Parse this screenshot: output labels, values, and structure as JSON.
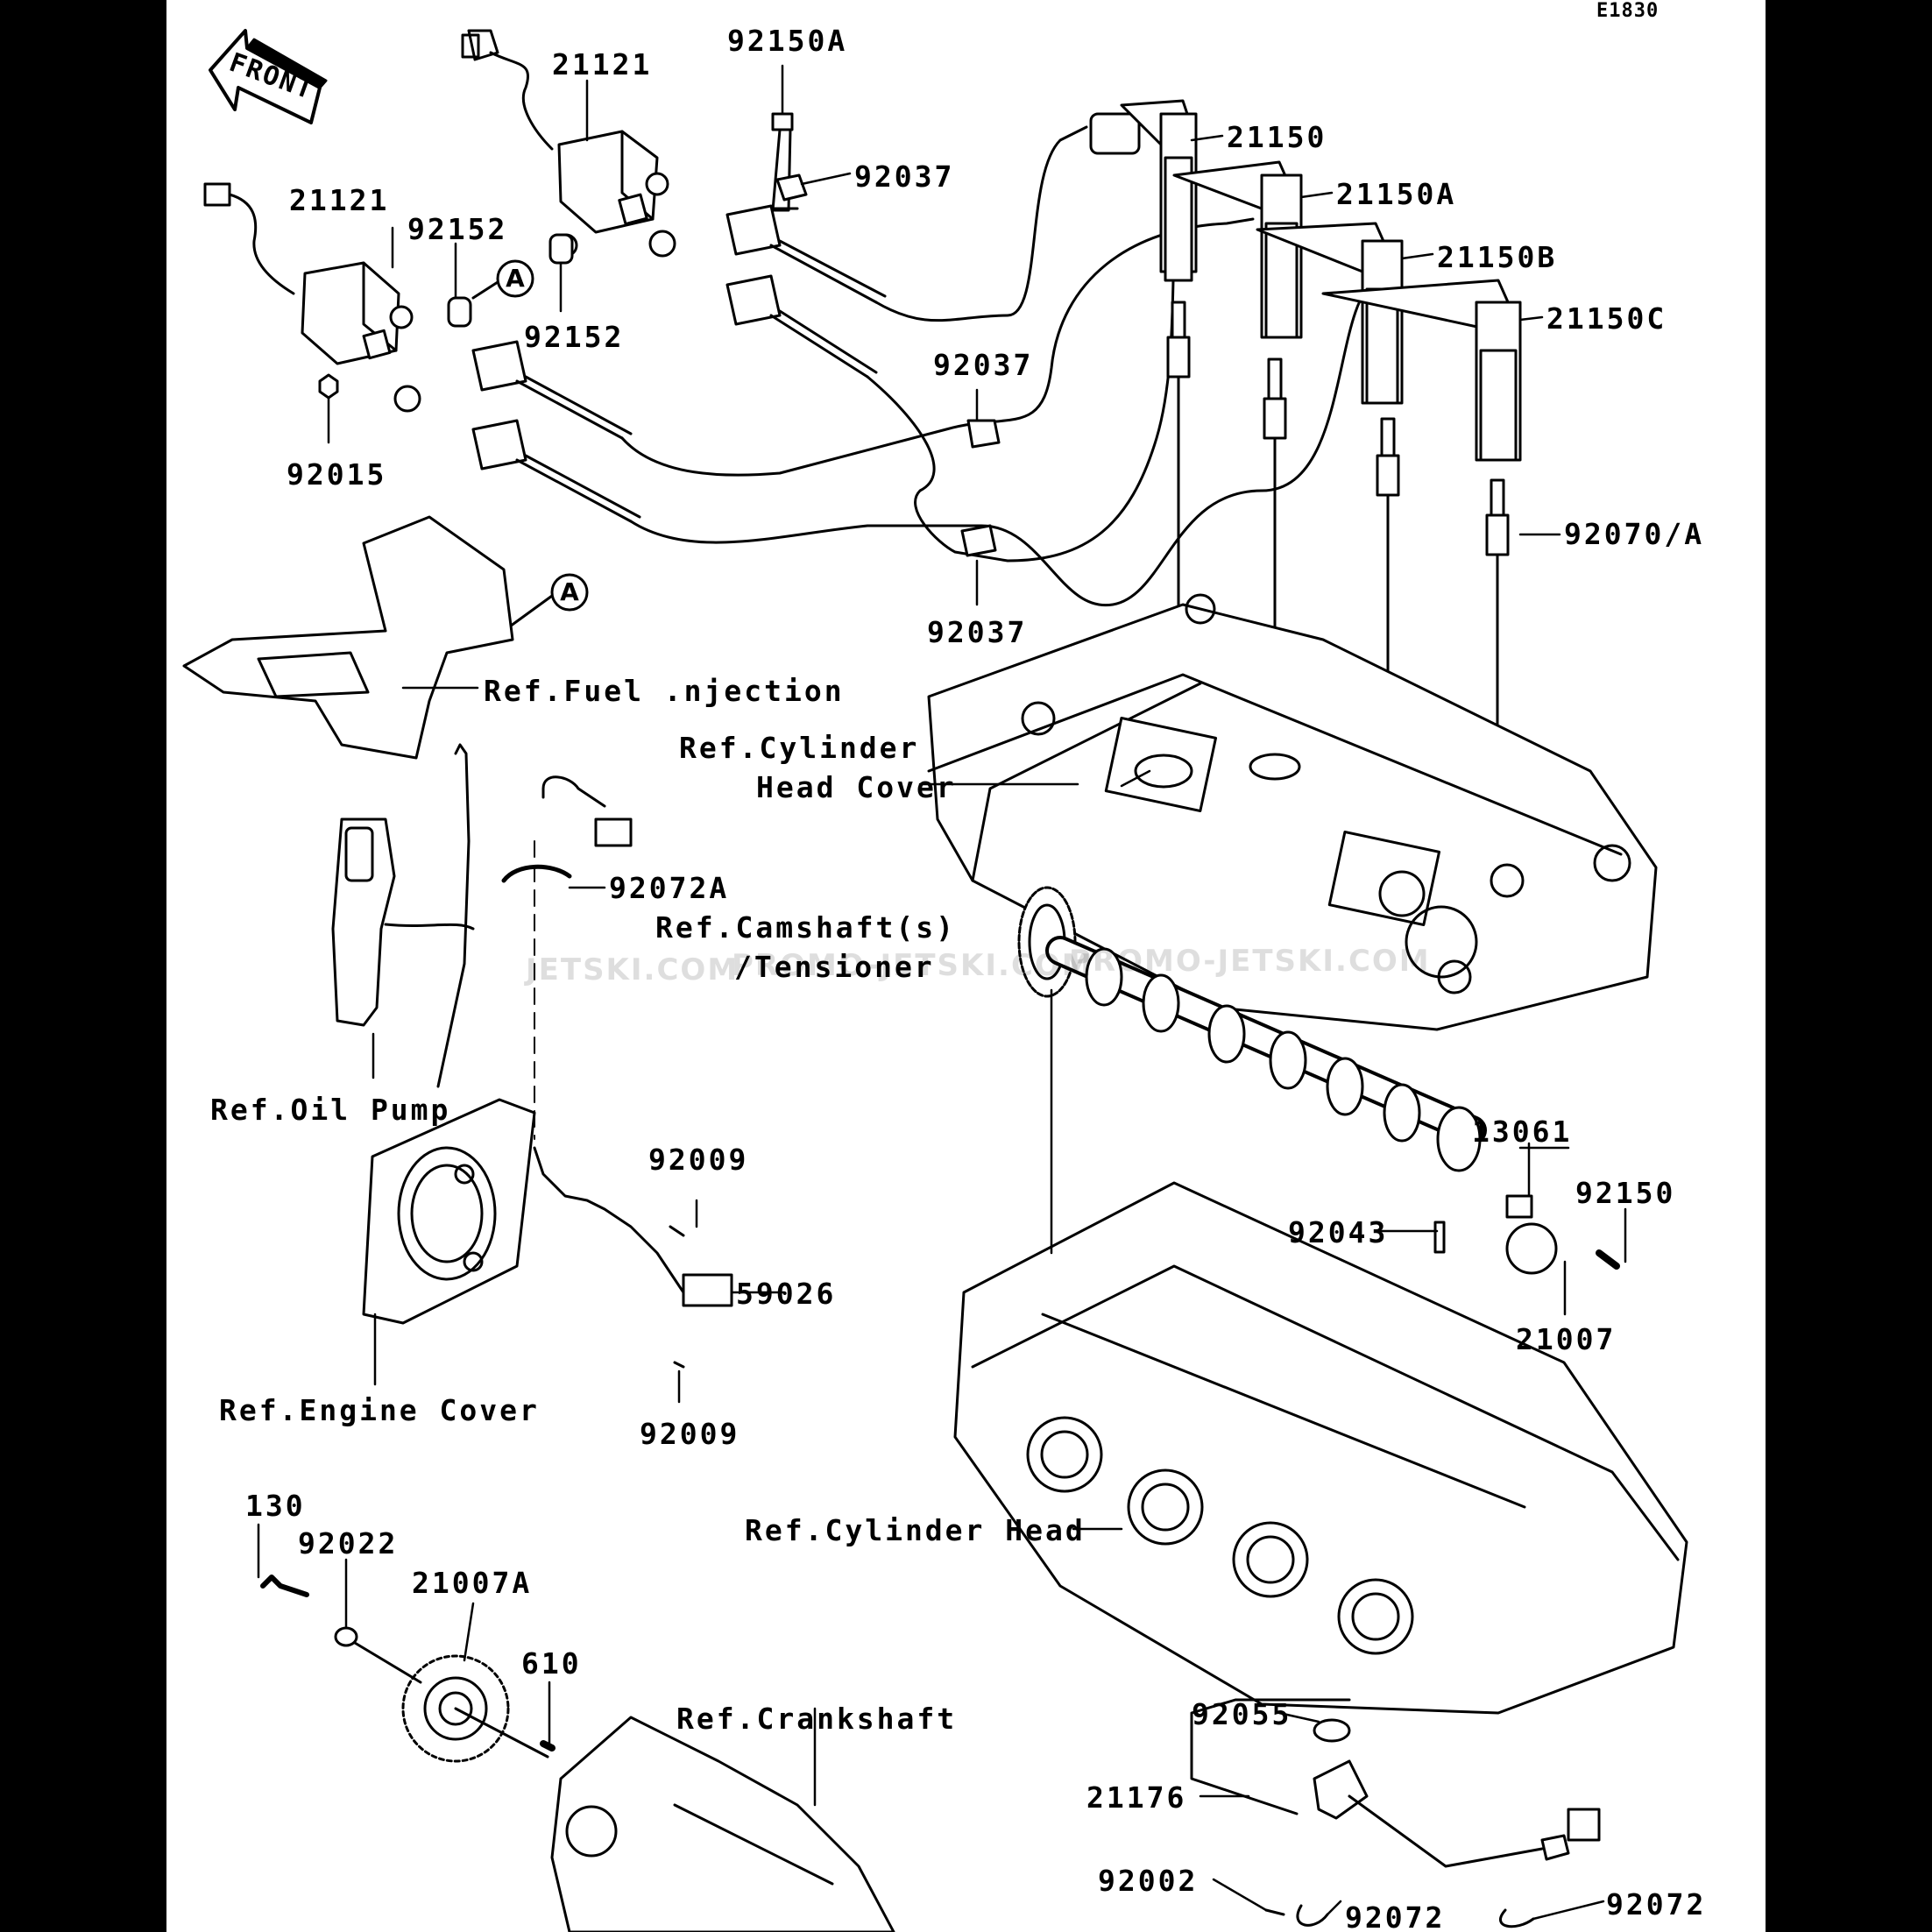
{
  "diagram_code": "E1830",
  "front_label": "FRONT",
  "ref_marker": "A",
  "watermarks": [
    "JETSKI.COM",
    "PROMO-JETSKI.COM",
    "PROMO-JETSKI.COM"
  ],
  "part_labels": {
    "p21121_a": "21121",
    "p21121_b": "21121",
    "p92150A": "92150A",
    "p92037_a": "92037",
    "p92037_b": "92037",
    "p92037_c": "92037",
    "p21150": "21150",
    "p21150A": "21150A",
    "p21150B": "21150B",
    "p21150C": "21150C",
    "p92152_a": "92152",
    "p92152_b": "92152",
    "p92015": "92015",
    "p92070A": "92070/A",
    "p92072A": "92072A",
    "p13061": "13061",
    "p92150": "92150",
    "p92043": "92043",
    "p21007": "21007",
    "p92009_a": "92009",
    "p92009_b": "92009",
    "p59026": "59026",
    "p130": "130",
    "p92022": "92022",
    "p21007A": "21007A",
    "p610": "610",
    "p92055": "92055",
    "p21176": "21176",
    "p92002": "92002",
    "p92072_a": "92072",
    "p92072_b": "92072"
  },
  "ref_labels": {
    "fuel_injection": "Ref.Fuel .njection",
    "cyl_head_cover_1": "Ref.Cylinder",
    "cyl_head_cover_2": "Head Cover",
    "camshaft_1": "Ref.Camshaft(s)",
    "camshaft_2": "/Tensioner",
    "oil_pump": "Ref.Oil Pump",
    "engine_cover": "Ref.Engine Cover",
    "cylinder_head": "Ref.Cylinder Head",
    "crankshaft": "Ref.Crankshaft"
  }
}
